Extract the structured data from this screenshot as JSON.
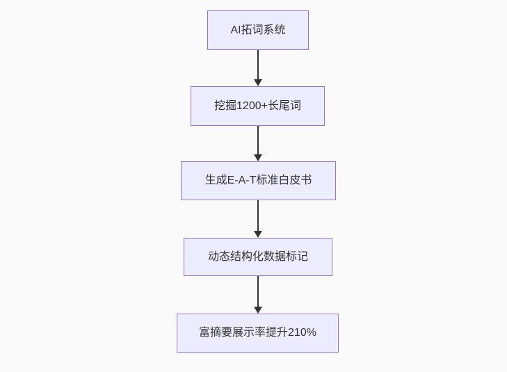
{
  "diagram": {
    "type": "flowchart-top-down",
    "background_color": "#fafafa",
    "node_fill_color": "#ececff",
    "node_border_color": "#9370db",
    "text_color": "#333333",
    "arrow_color": "#333333",
    "nodes": [
      {
        "label": "AI拓词系统"
      },
      {
        "label": "挖掘1200+长尾词"
      },
      {
        "label": "生成E-A-T标准白皮书"
      },
      {
        "label": "动态结构化数据标记"
      },
      {
        "label": "富摘要展示率提升210%"
      }
    ],
    "edges": [
      {
        "from": "AI拓词系统",
        "to": "挖掘1200+长尾词"
      },
      {
        "from": "挖掘1200+长尾词",
        "to": "生成E-A-T标准白皮书"
      },
      {
        "from": "生成E-A-T标准白皮书",
        "to": "动态结构化数据标记"
      },
      {
        "from": "动态结构化数据标记",
        "to": "富摘要展示率提升210%"
      }
    ]
  }
}
